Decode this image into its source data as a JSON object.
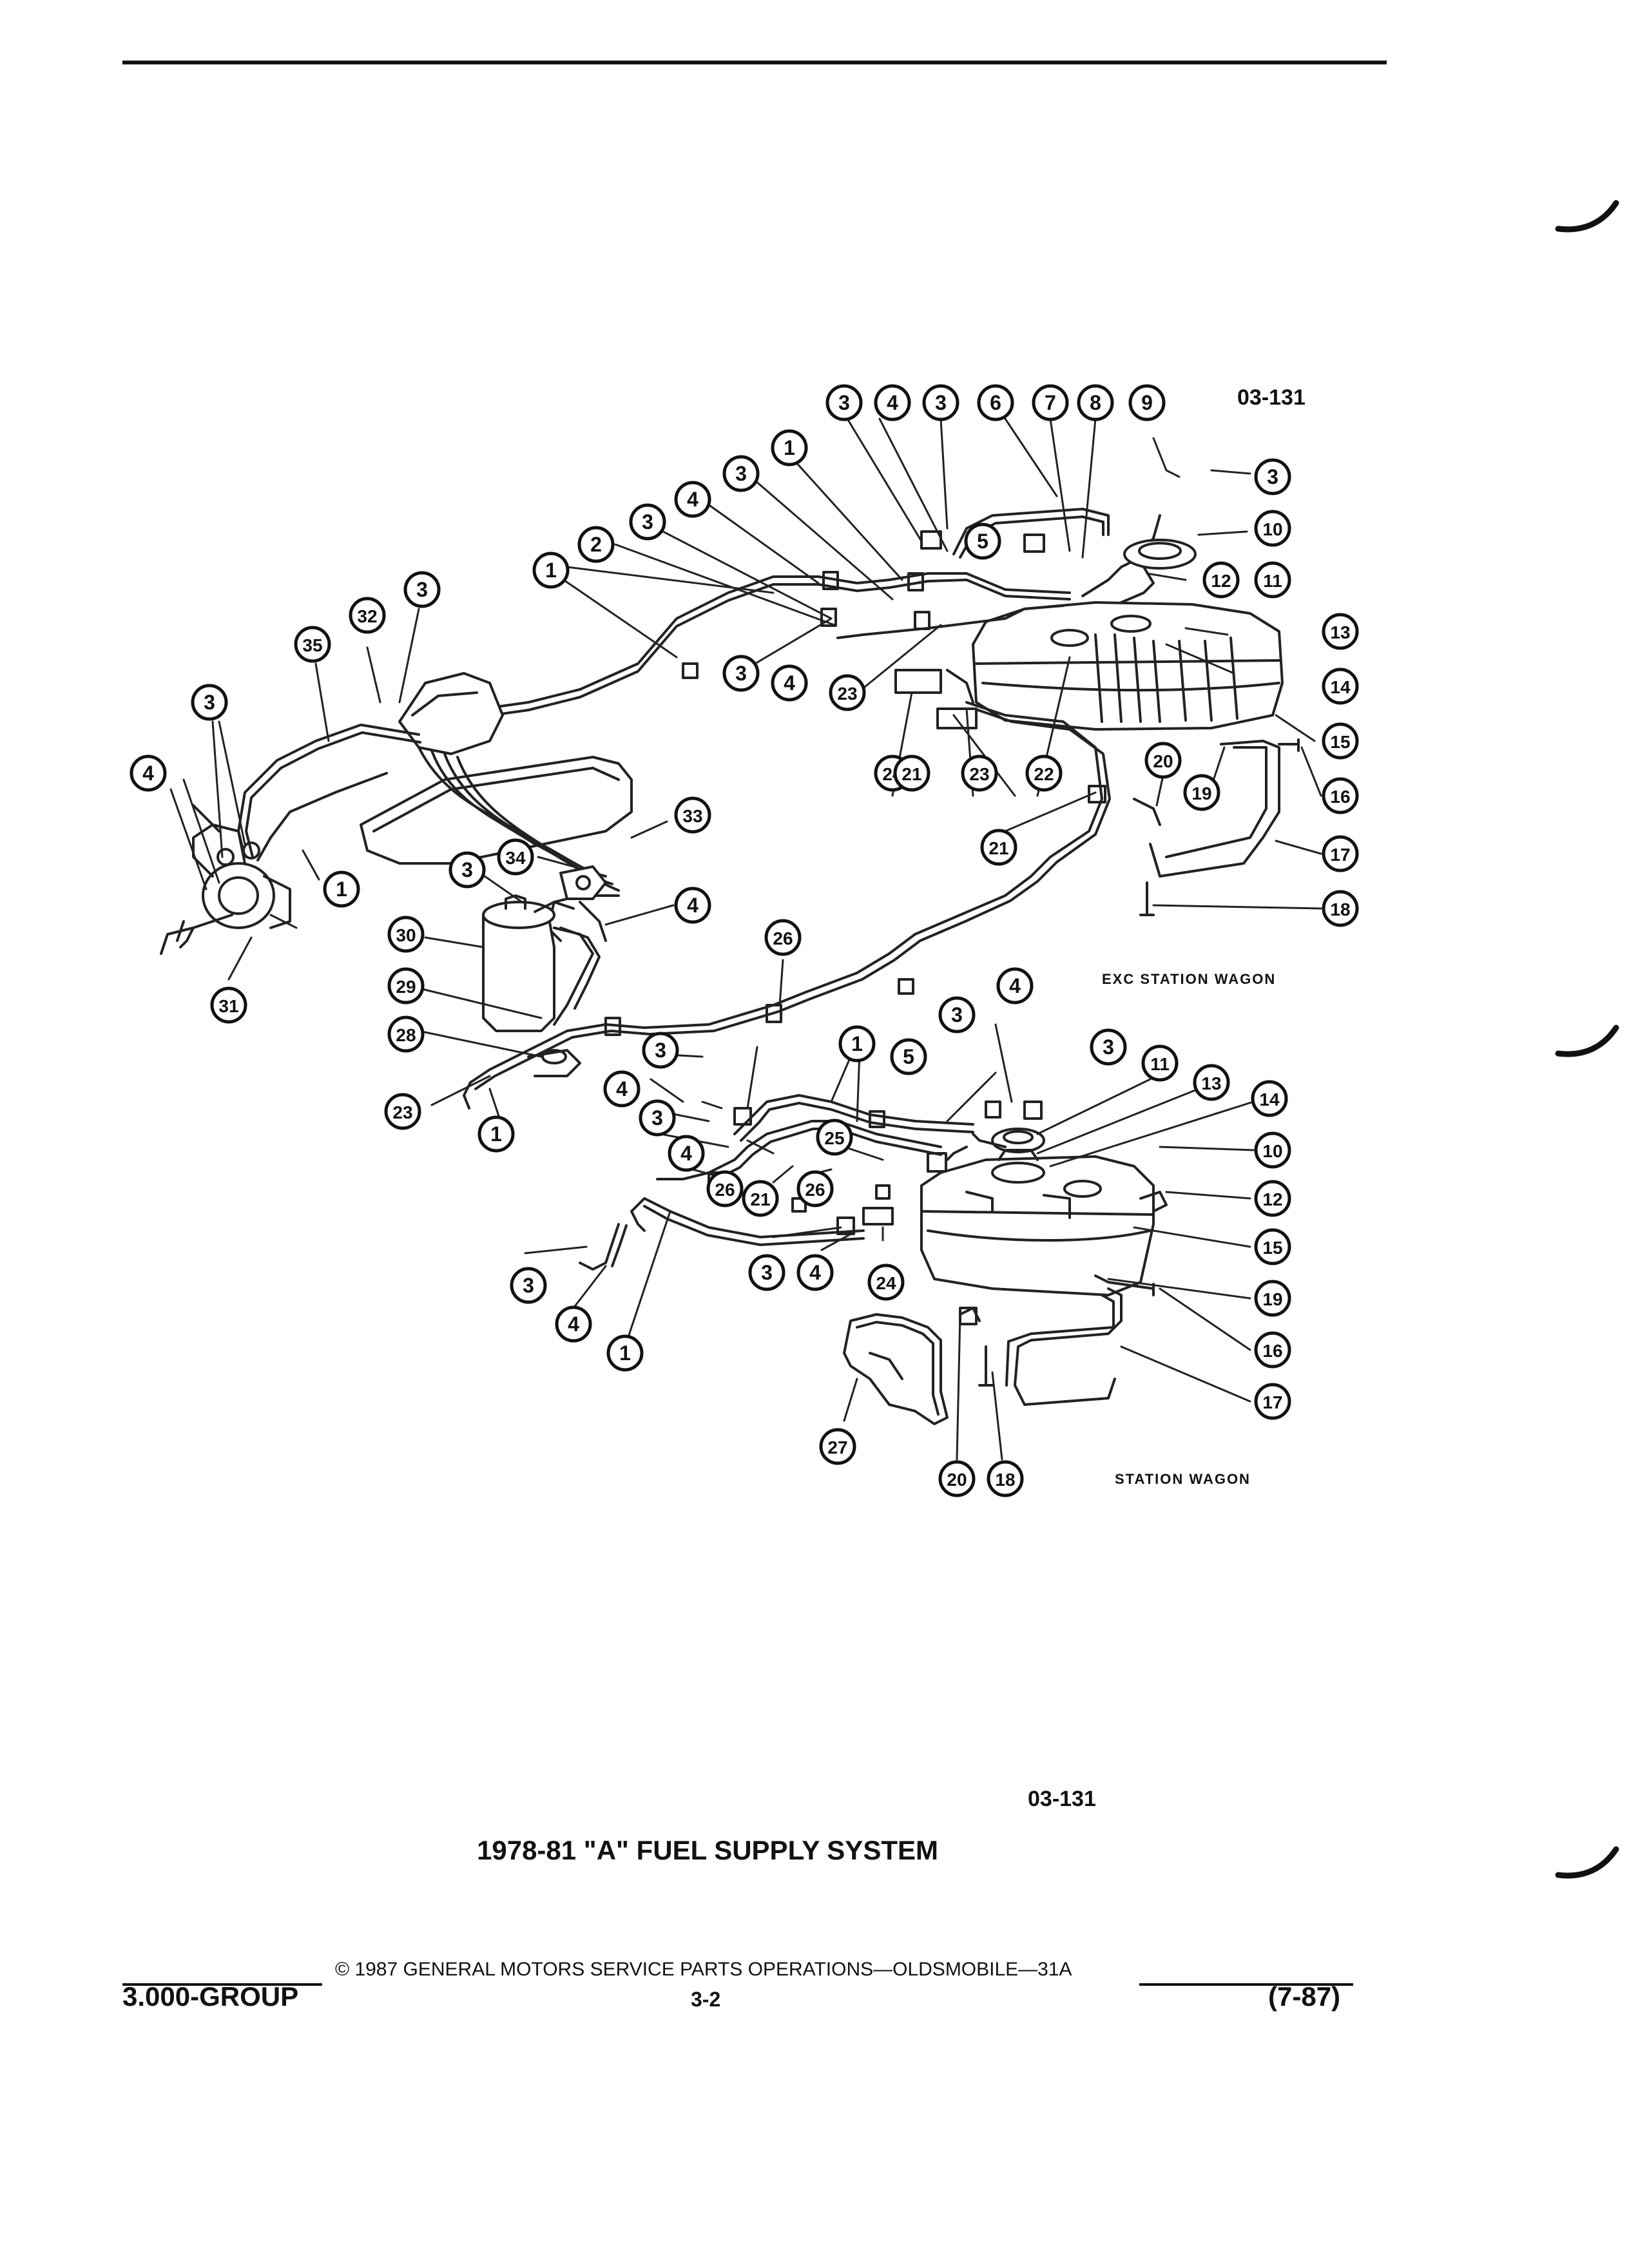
{
  "diagram": {
    "ref_code_top": "03-131",
    "ref_code_bottom": "03-131",
    "title": "1978-81 \"A\" FUEL SUPPLY SYSTEM",
    "label_exc_station_wagon": "EXC STATION WAGON",
    "label_station_wagon": "STATION WAGON",
    "callouts": [
      {
        "id": "c-01",
        "n": "3"
      },
      {
        "id": "c-02",
        "n": "4"
      },
      {
        "id": "c-03",
        "n": "3"
      },
      {
        "id": "c-04",
        "n": "6"
      },
      {
        "id": "c-05",
        "n": "7"
      },
      {
        "id": "c-06",
        "n": "8"
      },
      {
        "id": "c-07",
        "n": "9"
      },
      {
        "id": "c-08",
        "n": "1"
      },
      {
        "id": "c-09",
        "n": "3"
      },
      {
        "id": "c-10",
        "n": "4"
      },
      {
        "id": "c-11",
        "n": "3"
      },
      {
        "id": "c-12",
        "n": "2"
      },
      {
        "id": "c-13",
        "n": "1"
      },
      {
        "id": "c-14",
        "n": "5"
      },
      {
        "id": "c-15",
        "n": "3"
      },
      {
        "id": "c-16",
        "n": "10"
      },
      {
        "id": "c-17",
        "n": "12"
      },
      {
        "id": "c-18",
        "n": "11"
      },
      {
        "id": "c-19",
        "n": "13"
      },
      {
        "id": "c-20",
        "n": "14"
      },
      {
        "id": "c-21",
        "n": "15"
      },
      {
        "id": "c-22",
        "n": "16"
      },
      {
        "id": "c-23",
        "n": "17"
      },
      {
        "id": "c-24",
        "n": "18"
      },
      {
        "id": "c-25",
        "n": "19"
      },
      {
        "id": "c-26",
        "n": "20"
      },
      {
        "id": "c-27",
        "n": "21"
      },
      {
        "id": "c-28",
        "n": "3"
      },
      {
        "id": "c-29",
        "n": "4"
      },
      {
        "id": "c-30",
        "n": "23"
      },
      {
        "id": "c-31",
        "n": "24"
      },
      {
        "id": "c-32",
        "n": "21"
      },
      {
        "id": "c-33",
        "n": "23"
      },
      {
        "id": "c-34",
        "n": "22"
      },
      {
        "id": "c-35",
        "n": "3"
      },
      {
        "id": "c-36",
        "n": "32"
      },
      {
        "id": "c-37",
        "n": "35"
      },
      {
        "id": "c-38",
        "n": "3"
      },
      {
        "id": "c-39",
        "n": "4"
      },
      {
        "id": "c-40",
        "n": "1"
      },
      {
        "id": "c-41",
        "n": "31"
      },
      {
        "id": "c-42",
        "n": "33"
      },
      {
        "id": "c-43",
        "n": "34"
      },
      {
        "id": "c-44",
        "n": "3"
      },
      {
        "id": "c-45",
        "n": "4"
      },
      {
        "id": "c-46",
        "n": "30"
      },
      {
        "id": "c-47",
        "n": "29"
      },
      {
        "id": "c-48",
        "n": "28"
      },
      {
        "id": "c-49",
        "n": "26"
      },
      {
        "id": "c-50",
        "n": "23"
      },
      {
        "id": "c-51",
        "n": "1"
      },
      {
        "id": "c-52",
        "n": "4"
      },
      {
        "id": "c-53",
        "n": "3"
      },
      {
        "id": "c-54",
        "n": "3"
      },
      {
        "id": "c-55",
        "n": "1"
      },
      {
        "id": "c-56",
        "n": "5"
      },
      {
        "id": "c-57",
        "n": "11"
      },
      {
        "id": "c-58",
        "n": "13"
      },
      {
        "id": "c-59",
        "n": "14"
      },
      {
        "id": "c-60",
        "n": "3"
      },
      {
        "id": "c-61",
        "n": "4"
      },
      {
        "id": "c-62",
        "n": "3"
      },
      {
        "id": "c-63",
        "n": "4"
      },
      {
        "id": "c-64",
        "n": "25"
      },
      {
        "id": "c-65",
        "n": "26"
      },
      {
        "id": "c-66",
        "n": "21"
      },
      {
        "id": "c-67",
        "n": "26"
      },
      {
        "id": "c-68",
        "n": "10"
      },
      {
        "id": "c-69",
        "n": "12"
      },
      {
        "id": "c-70",
        "n": "15"
      },
      {
        "id": "c-71",
        "n": "3"
      },
      {
        "id": "c-72",
        "n": "4"
      },
      {
        "id": "c-73",
        "n": "24"
      },
      {
        "id": "c-74",
        "n": "19"
      },
      {
        "id": "c-75",
        "n": "16"
      },
      {
        "id": "c-76",
        "n": "17"
      },
      {
        "id": "c-77",
        "n": "3"
      },
      {
        "id": "c-78",
        "n": "4"
      },
      {
        "id": "c-79",
        "n": "1"
      },
      {
        "id": "c-80",
        "n": "27"
      },
      {
        "id": "c-81",
        "n": "20"
      },
      {
        "id": "c-82",
        "n": "18"
      }
    ]
  },
  "footer": {
    "copyright": "© 1987 GENERAL MOTORS SERVICE PARTS OPERATIONS—OLDSMOBILE—31A",
    "group": "3.000-GROUP",
    "page": "3-2",
    "date": "(7-87)"
  }
}
